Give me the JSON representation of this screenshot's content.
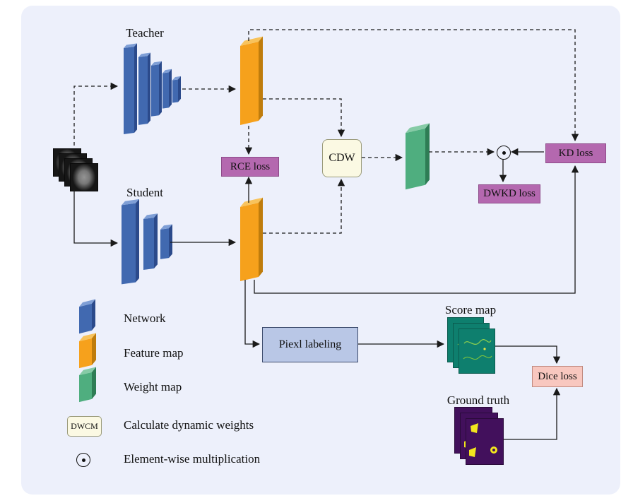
{
  "colors": {
    "panel_bg": "#edf0fb",
    "network_blue": "#4169b0",
    "network_blue_light": "#7f9fd6",
    "network_blue_dark": "#2b4a8b",
    "feature_orange": "#f6a11c",
    "feature_orange_light": "#f8c35c",
    "feature_orange_dark": "#bf7c0c",
    "weight_green": "#4fae7f",
    "weight_green_light": "#86cba6",
    "weight_green_dark": "#2e7d55",
    "loss_purple": "#b468af",
    "loss_purple_border": "#8d4b89",
    "cdw_bg": "#fbf9e3",
    "pixel_box_bg": "#b9c7e6",
    "dice_bg": "#f8c7bf",
    "score_teal": "#0e7f6e",
    "gt_purple": "#42105c",
    "blob_yellow": "#f2e51e",
    "line": "#1a1a1a"
  },
  "nodes": {
    "teacher_label": "Teacher",
    "student_label": "Student",
    "rce_loss": "RCE loss",
    "cdw": "CDW",
    "dwkd_loss": "DWKD loss",
    "kd_loss": "KD loss",
    "pixel_labeling": "Piexl labeling",
    "score_map_label": "Score map",
    "ground_truth_label": "Ground truth",
    "dice_loss": "Dice loss"
  },
  "legend": {
    "items": [
      {
        "label": "Network"
      },
      {
        "label": "Feature map"
      },
      {
        "label": "Weight map"
      },
      {
        "box_label": "DWCM",
        "label": "Calculate dynamic weights"
      },
      {
        "label": "Element-wise multiplication"
      }
    ]
  }
}
